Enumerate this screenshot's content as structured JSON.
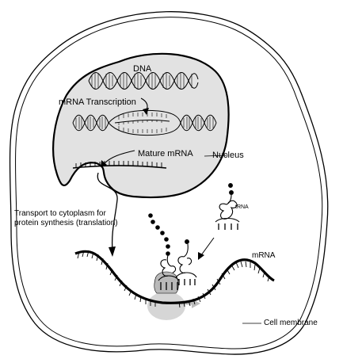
{
  "labels": {
    "dna": "DNA",
    "mrna_transcription": "mRNA Transcription",
    "mature_mrna": "Mature mRNA",
    "nucleus": "Nucleus",
    "transport": "Transport to cytoplasm for protein synthesis (translation)",
    "trna": "tRNA",
    "mrna": "mRNA",
    "cell_membrane": "Cell membrane"
  },
  "colors": {
    "stroke": "#000000",
    "nucleus_fill": "#e2e2e2",
    "ribosome_large": "#b9b9b9",
    "ribosome_small": "#d6d6d6",
    "motion_arrow": "#bdbdbd",
    "background": "#ffffff"
  }
}
